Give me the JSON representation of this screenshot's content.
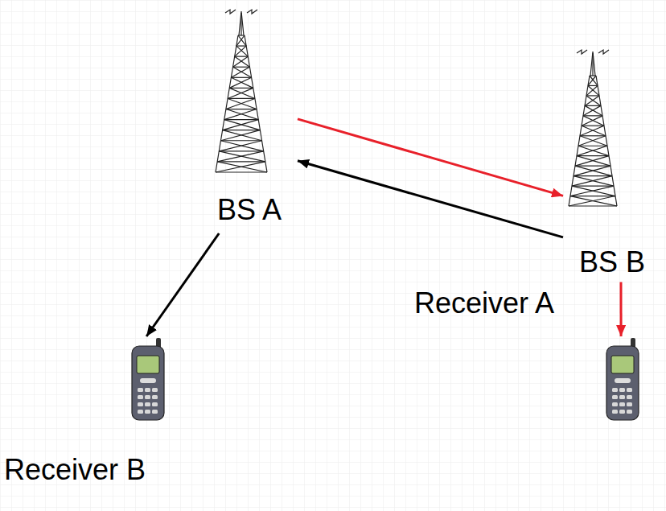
{
  "diagram": {
    "nodes": [
      {
        "text": [
          "BS A"
        ]
      },
      {
        "text": [
          "BS B"
        ]
      },
      {
        "text": [
          "Receiver A"
        ]
      },
      {
        "text": [
          "Receiver B"
        ]
      }
    ],
    "edges": [
      {
        "from": 0,
        "to": 1,
        "arrow": "to"
      },
      {
        "from": 1,
        "to": 0,
        "arrow": "to"
      },
      {
        "from": 0,
        "to": 3,
        "arrow": "to"
      },
      {
        "from": 1,
        "to": 2,
        "arrow": "to"
      }
    ]
  }
}
